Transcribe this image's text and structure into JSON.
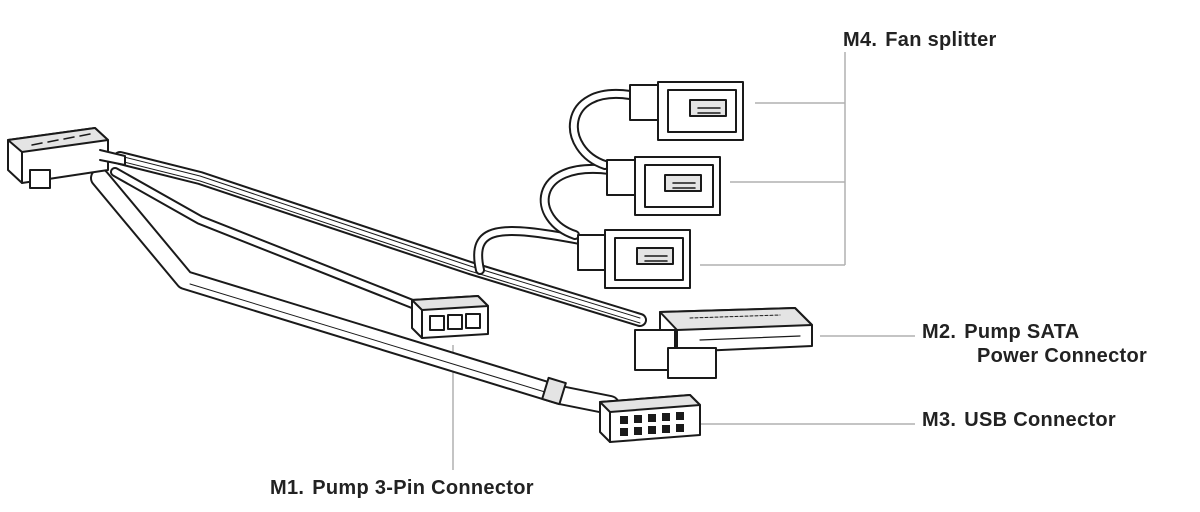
{
  "diagram": {
    "callouts": {
      "m4": {
        "code": "M4.",
        "name": "Fan splitter"
      },
      "m2": {
        "code": "M2.",
        "name_line1": "Pump SATA",
        "name_line2": "Power Connector"
      },
      "m3": {
        "code": "M3.",
        "name": "USB Connector"
      },
      "m1": {
        "code": "M1.",
        "name": "Pump 3-Pin Connector"
      }
    },
    "colors": {
      "stroke": "#1a1a1a",
      "leader": "#b0b0b0",
      "fill": "#ffffff",
      "shade": "#e4e4e4"
    }
  }
}
